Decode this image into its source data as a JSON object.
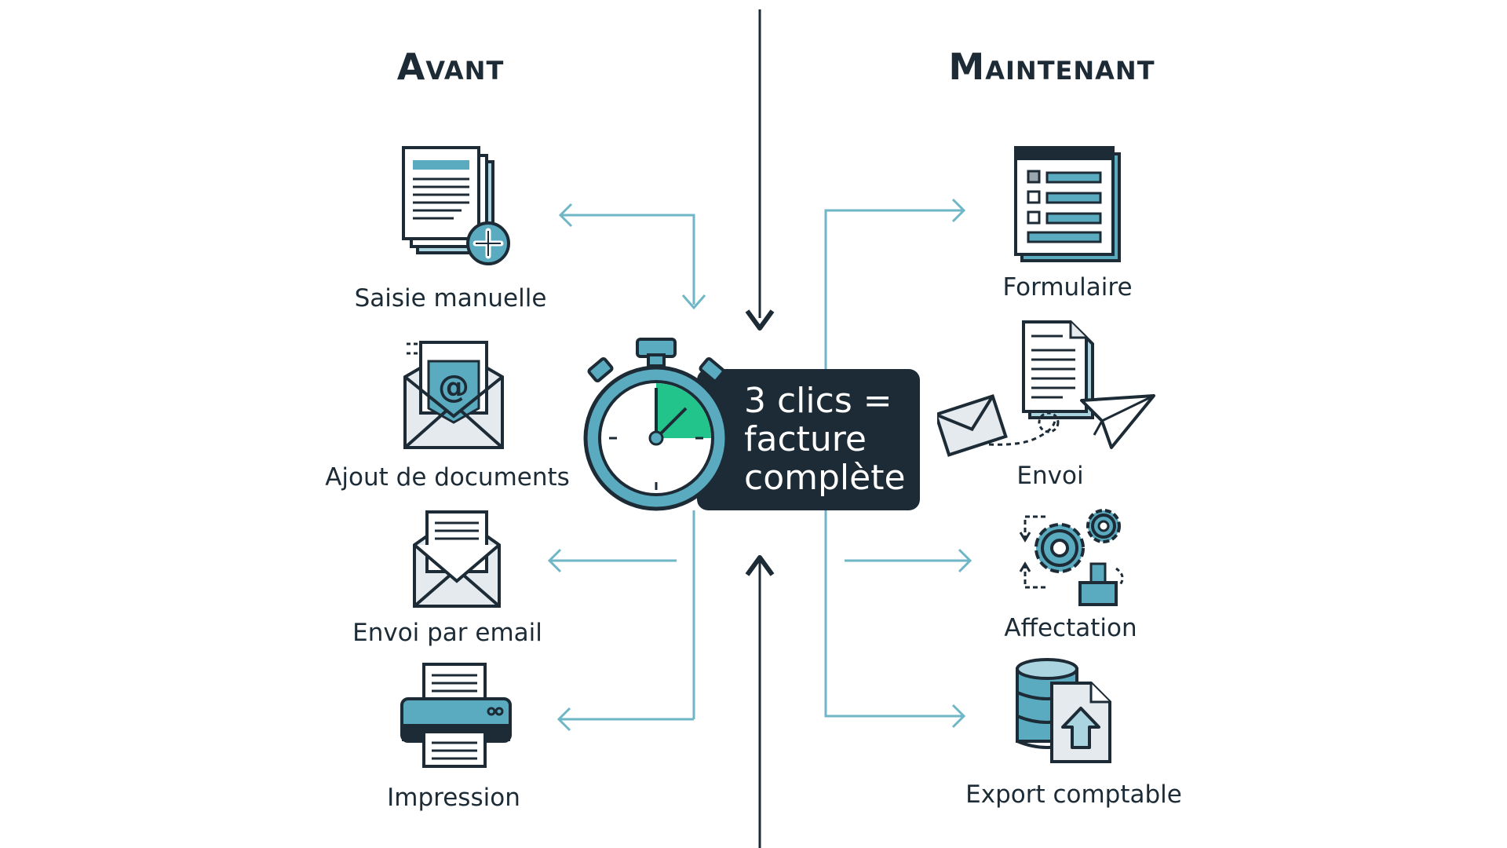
{
  "left": {
    "heading": "Avant",
    "items": [
      {
        "label": "Saisie manuelle",
        "icon": "manual-entry-icon"
      },
      {
        "label": "Ajout de documents",
        "icon": "document-attach-icon"
      },
      {
        "label": "Envoi par email",
        "icon": "email-icon"
      },
      {
        "label": "Impression",
        "icon": "printer-icon"
      }
    ]
  },
  "right": {
    "heading": "Maintenant",
    "items": [
      {
        "label": "Formulaire",
        "icon": "form-icon"
      },
      {
        "label": "Envoi",
        "icon": "send-icon"
      },
      {
        "label": "Affectation",
        "icon": "gears-icon"
      },
      {
        "label": "Export comptable",
        "icon": "accounting-export-icon"
      }
    ]
  },
  "center": {
    "line1": "3 clics =",
    "line2": "facture",
    "line3": "complète",
    "icon": "stopwatch-icon"
  },
  "colors": {
    "dark": "#1c2b35",
    "teal": "#5aabc0",
    "green": "#23c48c",
    "light_blue": "#a9d4e0",
    "arrow": "#6fb6c6"
  }
}
